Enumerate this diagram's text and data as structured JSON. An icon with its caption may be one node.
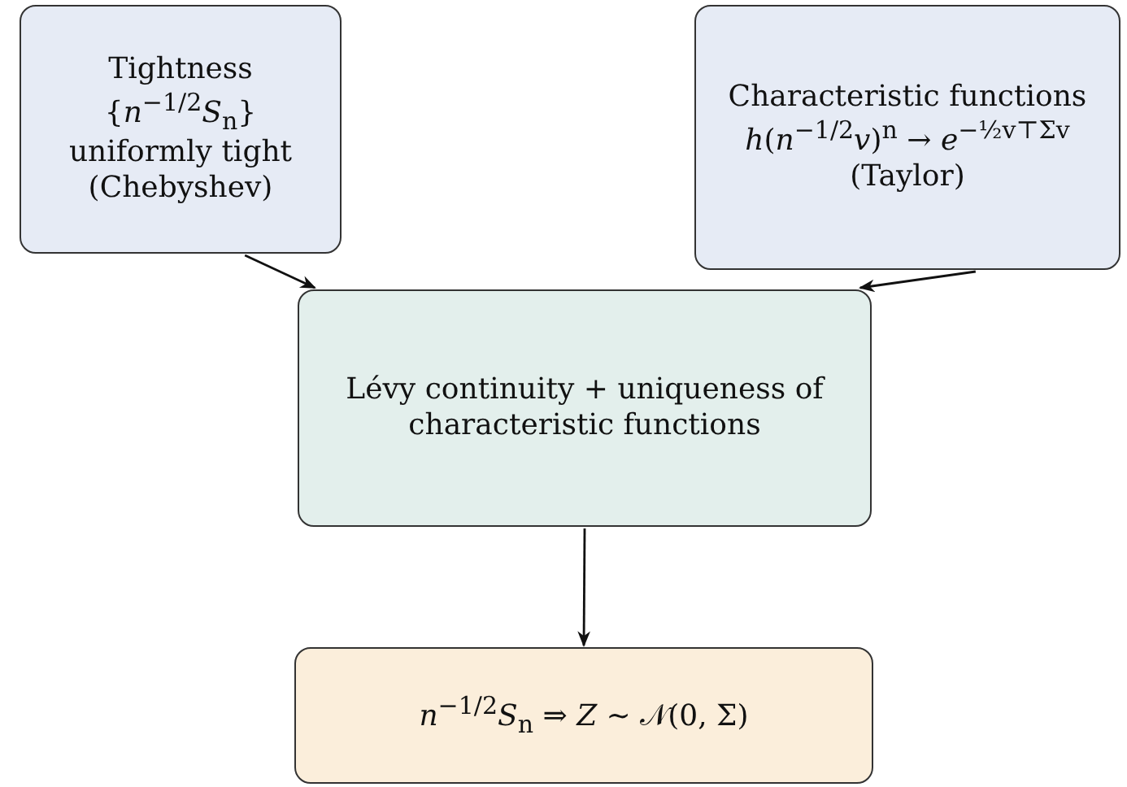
{
  "diagram": {
    "nodes": [
      {
        "text": [
          "Tightness",
          "{*n*$^{−1/2}$*S*$_{n}$} uniformly tight (Chebyshev)"
        ]
      },
      {
        "text": [
          "Characteristic functions",
          "*h*(*n*$^{−1/2}$*v*)$^{n}$ → *e*$^{−½v⊤Σv}$",
          "(Taylor)"
        ]
      },
      {
        "text": [
          "Lévy continuity + uniqueness of characteristic functions"
        ]
      },
      {
        "text": [
          "*n*$^{−1/2}$*S*$_{n}$ ⇒ *Z* ∼ 𝒩(0, Σ)"
        ]
      }
    ],
    "edges": [
      {
        "from": 0,
        "to": 2,
        "arrow": "to"
      },
      {
        "from": 1,
        "to": 2,
        "arrow": "to"
      },
      {
        "from": 2,
        "to": 3,
        "arrow": "to"
      }
    ]
  }
}
